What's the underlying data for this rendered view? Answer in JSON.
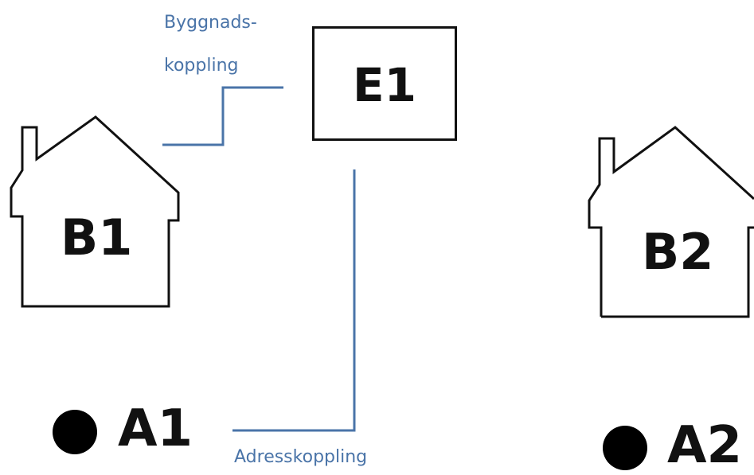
{
  "diagram": {
    "buildings": [
      {
        "label": "B1"
      },
      {
        "label": "B2"
      }
    ],
    "entrance": {
      "label": "E1"
    },
    "addresses": [
      {
        "label": "A1"
      },
      {
        "label": "A2"
      }
    ],
    "connections": {
      "building_link_line1": "Byggnads-",
      "building_link_line2": "koppling",
      "address_link": "Adresskoppling"
    },
    "colors": {
      "connector": "#4a74a8",
      "outline": "#111111",
      "dot": "#000000"
    }
  }
}
